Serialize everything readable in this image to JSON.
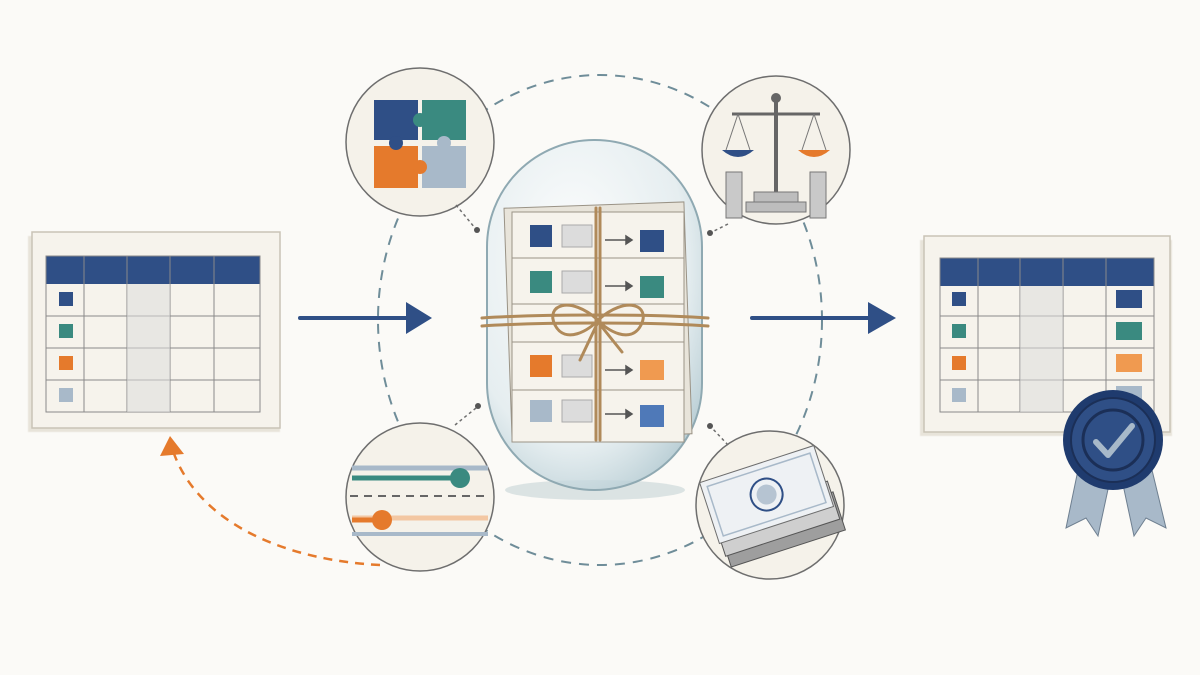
{
  "colors": {
    "background": "#fbfaf7",
    "navy": "#2f4f86",
    "teal": "#3a8a80",
    "orange": "#e57a2c",
    "slate": "#a8b9c9",
    "paper": "#f3efe6",
    "grid": "#8a8a8a",
    "twine": "#b08a5a",
    "dash": "#6f8d99"
  },
  "icons": [
    "input-table-icon",
    "right-arrow-icon",
    "feedback-arrow-icon",
    "puzzle-icon",
    "scales-of-justice-icon",
    "slider-controls-icon",
    "certified-documents-icon",
    "glass-capsule-icon",
    "bundled-cards-icon",
    "output-table-icon",
    "award-rosette-icon",
    "checkmark-icon"
  ],
  "input_table": {
    "rows": 4,
    "cols": 5,
    "row_markers": [
      "navy",
      "teal",
      "orange",
      "slate"
    ]
  },
  "output_table": {
    "rows": 4,
    "cols": 5,
    "row_markers": [
      "navy",
      "teal",
      "orange",
      "slate"
    ],
    "result_markers": [
      "navy",
      "teal",
      "orange",
      "slate"
    ]
  },
  "capsule_cards": [
    {
      "input": "navy",
      "output": "navy"
    },
    {
      "input": "teal",
      "output": "teal"
    },
    {
      "input": "orange",
      "output": "orange"
    },
    {
      "input": "slate",
      "output": "navy"
    }
  ]
}
